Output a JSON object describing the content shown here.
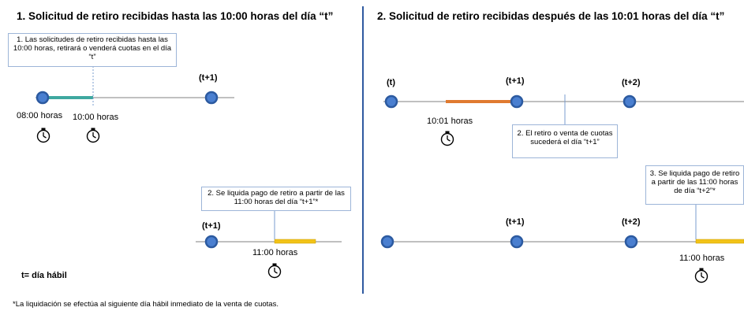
{
  "left": {
    "heading": "1. Solicitud de retiro recibidas  hasta las 10:00 horas del día “t”",
    "callout1": "1. Las solicitudes de retiro recibidas hasta las 10:00 horas, retirará o venderá cuotas en el día “t”",
    "callout2": "2. Se liquida pago de retiro a partir de las 11:00 horas del día “t+1”*",
    "top_t1": "(t+1)",
    "time_0800": "08:00 horas",
    "time_1000": "10:00 horas",
    "bottom_t1": "(t+1)",
    "time_1100": "11:00 horas",
    "legend": "t= día hábil"
  },
  "right": {
    "heading": "2. Solicitud de retiro recibidas después de las 10:01 horas del día “t”",
    "top_t": "(t)",
    "top_t1": "(t+1)",
    "top_t2": "(t+2)",
    "time_1001": "10:01 horas",
    "callout2": "2. El retiro  o venta de cuotas sucederá el día “t+1”",
    "callout3": "3. Se liquida pago de retiro a partir de las 11:00 horas de día “t+2”*",
    "bottom_t1": "(t+1)",
    "bottom_t2": "(t+2)",
    "time_1100": "11:00 horas"
  },
  "footnote": "*La liquidación  se efectúa al siguiente día hábil inmediato de la venta de cuotas.",
  "colors": {
    "node_fill": "#4a7fd0",
    "node_stroke": "#2c5aa0",
    "teal_bar": "#3fa8a0",
    "orange_bar": "#e07a30",
    "yellow_bar": "#f2c318",
    "line": "#808080",
    "divider": "#2f5aa0",
    "callout_border": "#9db5d8"
  },
  "icons": [
    "stopwatch-icon"
  ]
}
